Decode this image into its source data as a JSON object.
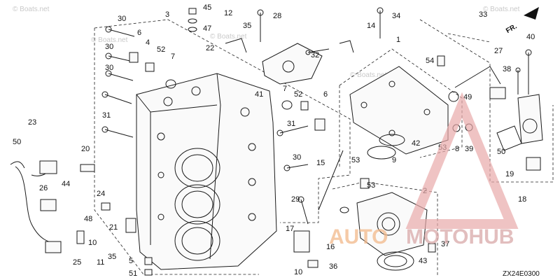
{
  "diagram": {
    "figure_code": "ZX24E0300",
    "direction_label": "FR.",
    "watermark": "© Boats.net",
    "brand": {
      "part1": "AUTO",
      "part2": "MOTOHUB"
    },
    "callouts": [
      "30",
      "3",
      "45",
      "12",
      "47",
      "35",
      "28",
      "34",
      "33",
      "6",
      "4",
      "52",
      "7",
      "22",
      "14",
      "1",
      "40",
      "30",
      "32",
      "27",
      "54",
      "30",
      "41",
      "7",
      "52",
      "6",
      "49",
      "38",
      "31",
      "8",
      "39",
      "23",
      "50",
      "42",
      "53",
      "31",
      "20",
      "30",
      "15",
      "53",
      "9",
      "50",
      "19",
      "44",
      "26",
      "24",
      "29",
      "18",
      "48",
      "21",
      "2",
      "53",
      "17",
      "16",
      "25",
      "10",
      "35",
      "11",
      "5",
      "51",
      "10",
      "36",
      "43",
      "37"
    ]
  }
}
